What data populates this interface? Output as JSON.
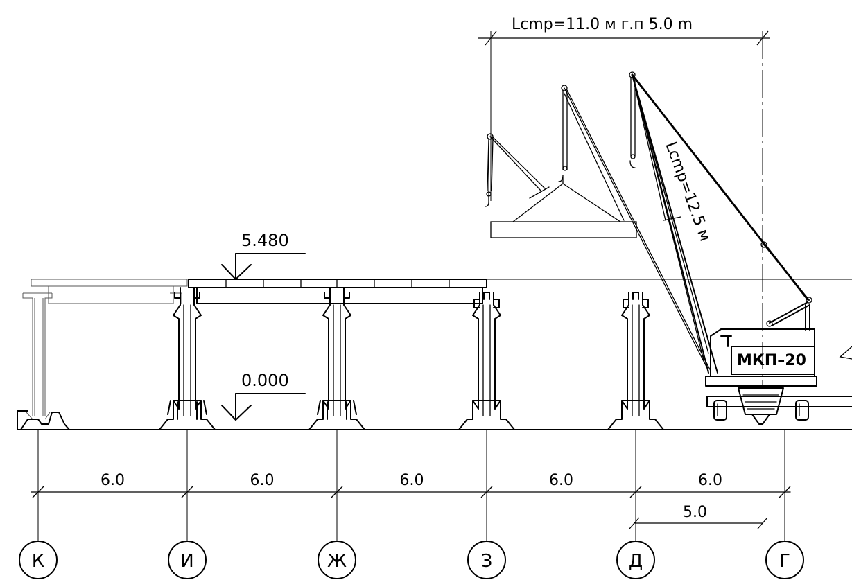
{
  "levels": {
    "top": "5.480",
    "ground": "0.000"
  },
  "reach_label": "Lcmp=11.0 м г.п 5.0 m",
  "boom_label": "Lcmp=12.5 м",
  "crane_label": "МКП–20",
  "spans": [
    "6.0",
    "6.0",
    "6.0",
    "6.0",
    "6.0"
  ],
  "offset_dim": "5.0",
  "axes": [
    "К",
    "И",
    "Ж",
    "З",
    "Д",
    "Г"
  ]
}
